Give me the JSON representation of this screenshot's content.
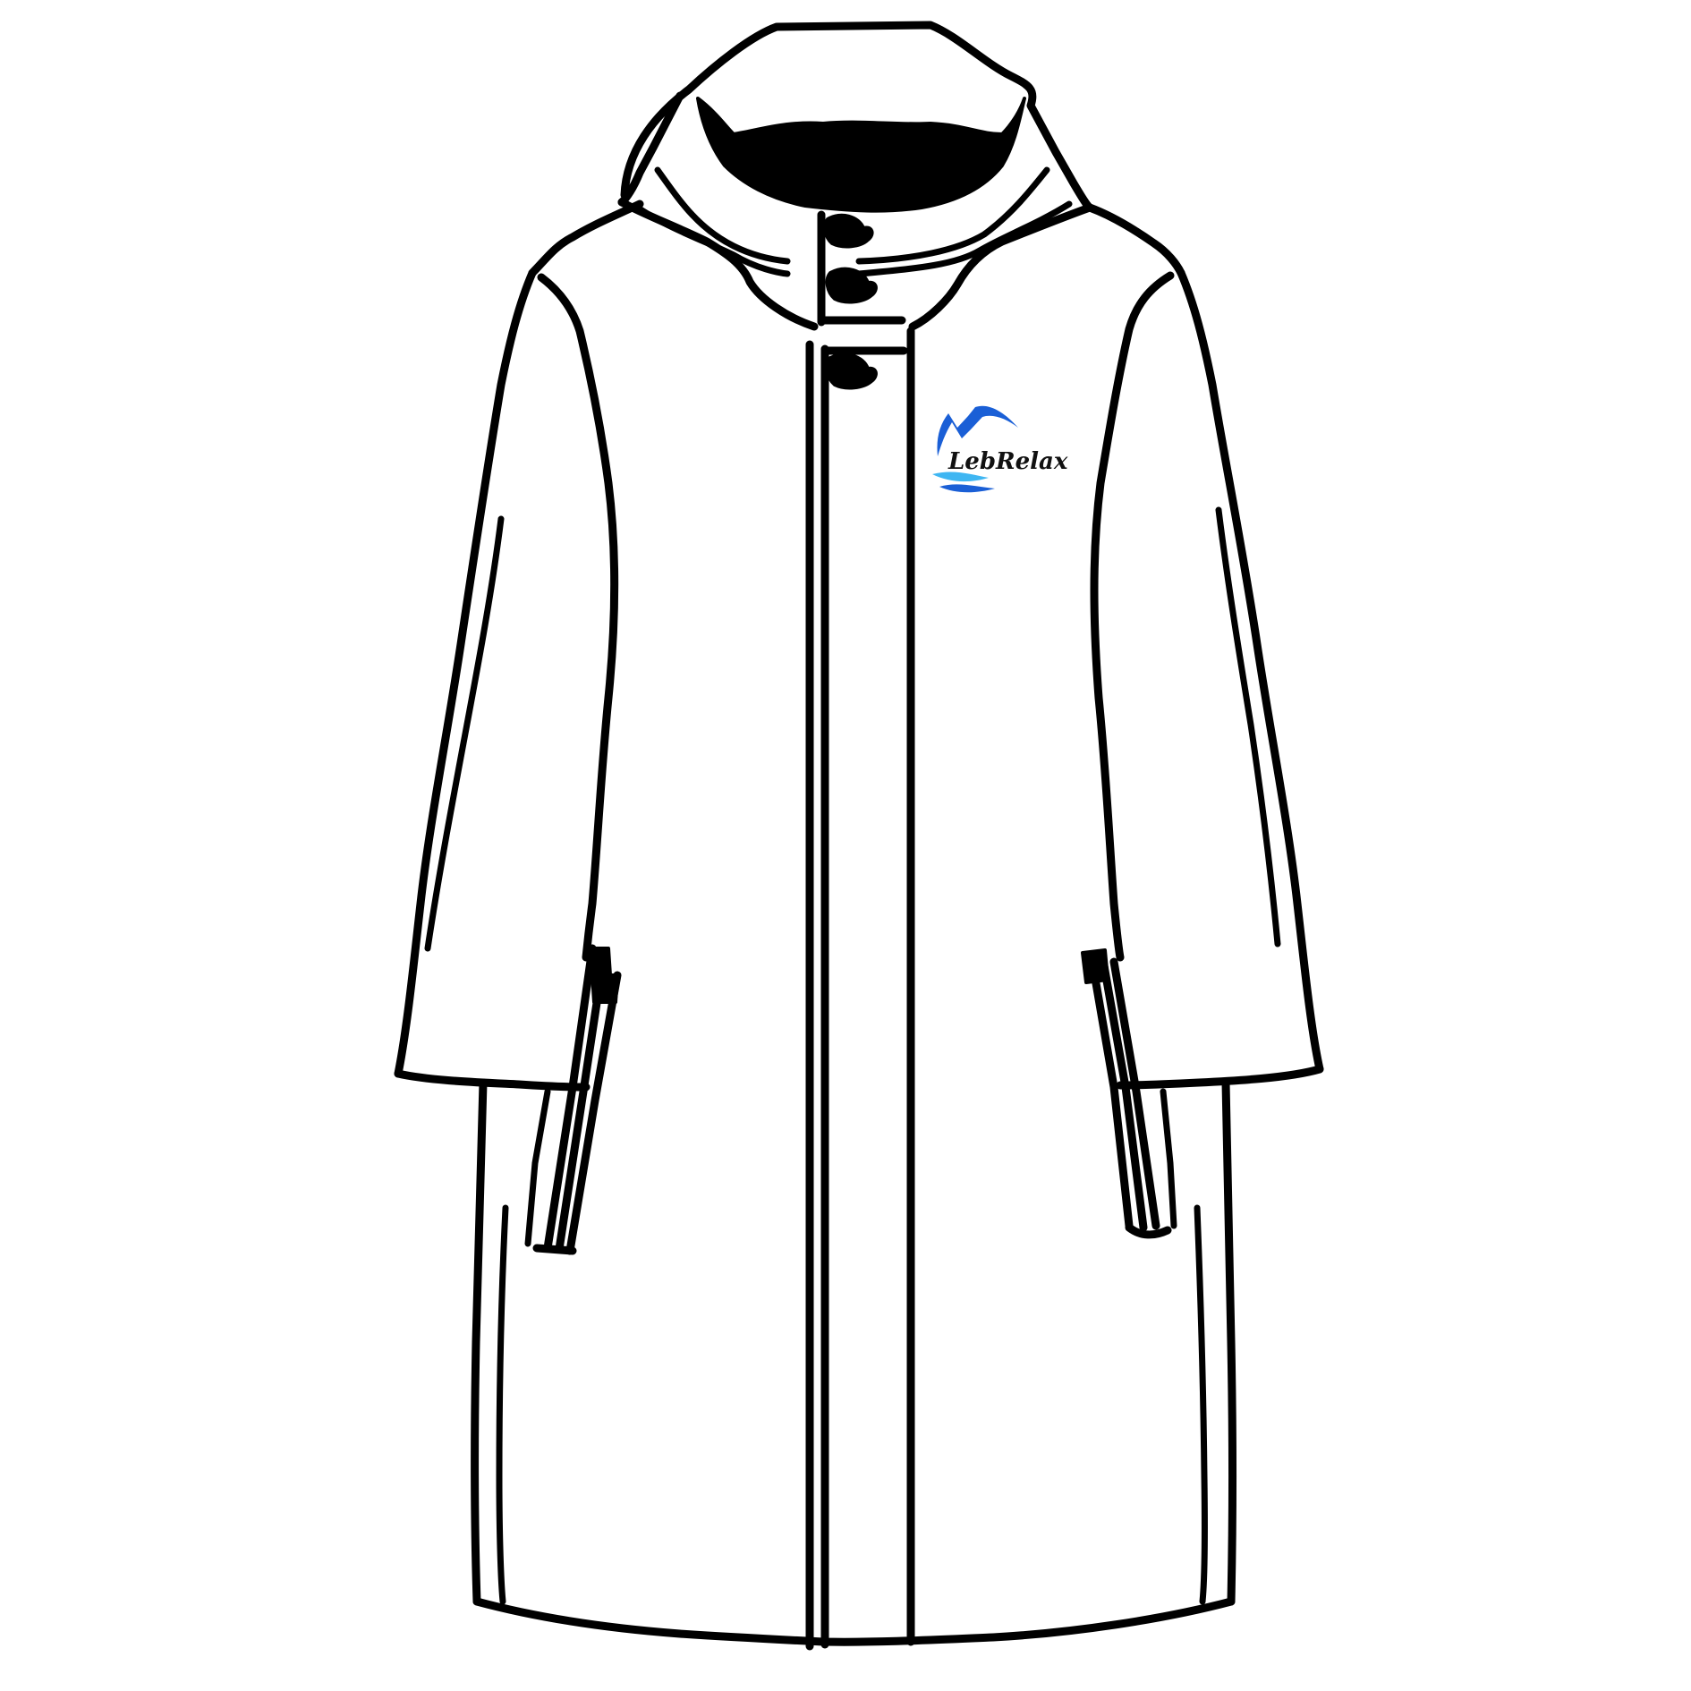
{
  "illustration": {
    "subject": "coat-line-drawing",
    "background_color": "#ffffff",
    "outline_color": "#000000"
  },
  "logo": {
    "brand_text": "LebRelax",
    "colors": {
      "mountain": "#1a5fd6",
      "wave_light": "#3fb6f2",
      "wave_dark": "#1a5fd6",
      "text": "#111111"
    }
  },
  "details": {
    "button_count": 3
  }
}
